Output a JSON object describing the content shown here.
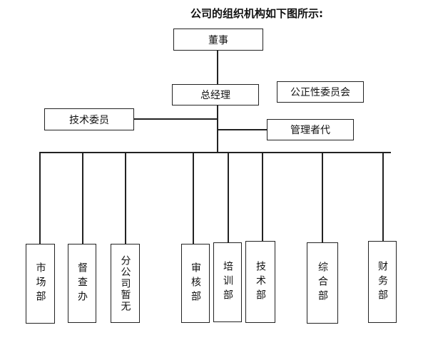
{
  "title": "公司的组织机构如下图所示:",
  "nodes": {
    "board": "董事",
    "general_manager": "总经理",
    "fairness_committee": "公正性委员会",
    "tech_committee": "技术委员",
    "manager_rep": "管理者代",
    "departments": [
      "市场部",
      "督查办",
      "分公司暂无",
      "审核部",
      "培训部",
      "技术部",
      "综合部",
      "财务部"
    ]
  }
}
